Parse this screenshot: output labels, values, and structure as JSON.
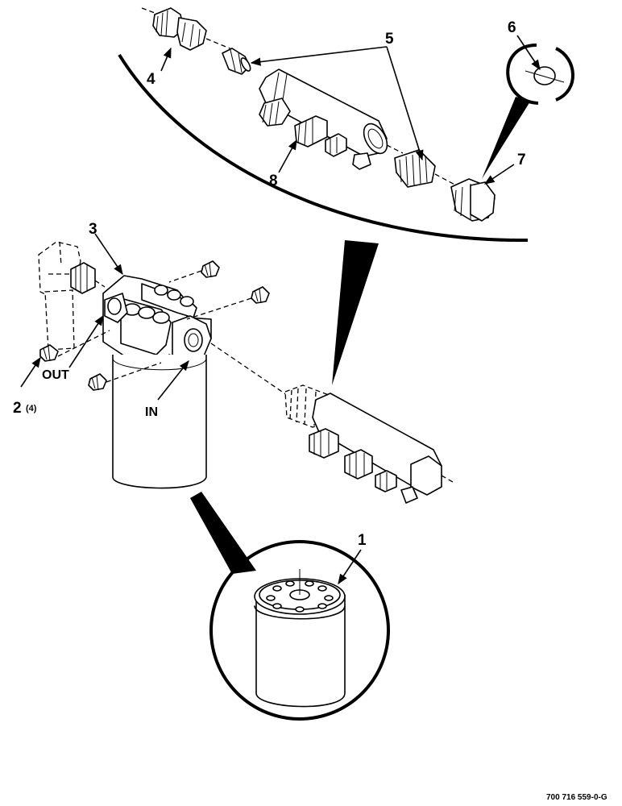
{
  "diagram": {
    "callouts": {
      "item_1": "1",
      "item_2": "2",
      "item_2_qty": "(4)",
      "item_3": "3",
      "item_4": "4",
      "item_5": "5",
      "item_6": "6",
      "item_7": "7",
      "item_8": "8"
    },
    "port_labels": {
      "out": "OUT",
      "in": "IN"
    },
    "figure_number": "700 716 559-0-G"
  }
}
